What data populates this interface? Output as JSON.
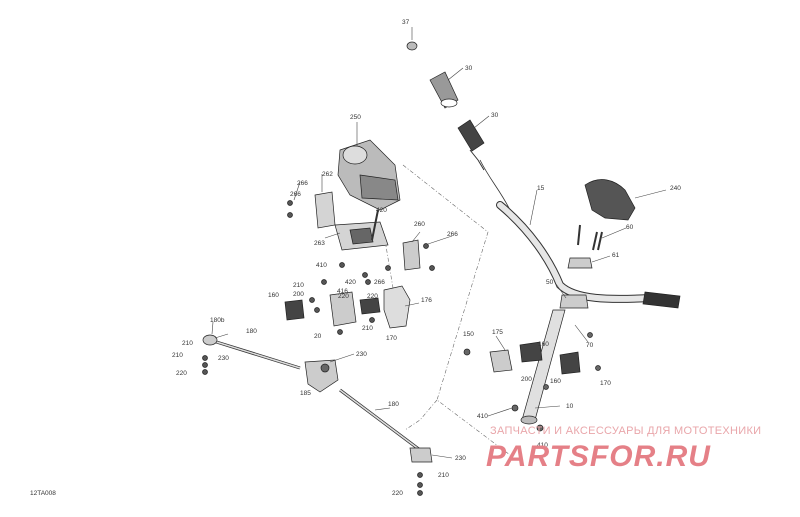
{
  "diagram": {
    "code": "12TA008",
    "callouts": [
      "37",
      "30",
      "30",
      "15",
      "240",
      "250",
      "262",
      "266",
      "266",
      "263",
      "260",
      "266",
      "420",
      "410",
      "416",
      "420",
      "220",
      "210",
      "266",
      "220",
      "200",
      "160",
      "176",
      "170",
      "210",
      "20",
      "60",
      "61",
      "50",
      "70",
      "160",
      "175",
      "150",
      "200",
      "160",
      "170",
      "10",
      "410",
      "410",
      "180b",
      "180",
      "210",
      "210",
      "220",
      "230",
      "185",
      "230",
      "180",
      "230",
      "210",
      "220"
    ]
  },
  "watermark": {
    "line1": "ЗАПЧАСТИ И АКСЕССУАРЫ ДЛЯ МОТОТЕХНИКИ",
    "line2": "PARTSFOR.RU"
  },
  "colors": {
    "part_fill": "#d9d9d9",
    "part_dark": "#3c3c3c",
    "watermark": "#e58087"
  }
}
